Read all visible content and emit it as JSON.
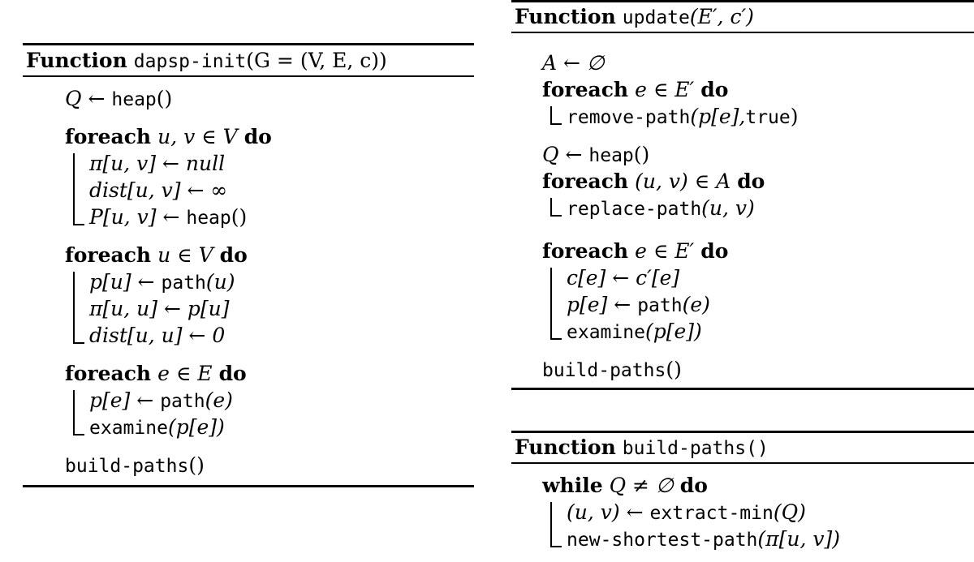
{
  "keywords": {
    "function": "Function",
    "foreach": "foreach",
    "do": "do",
    "while": "while"
  },
  "init": {
    "name": "dapsp-init",
    "args": "(G = (V, E, c))",
    "l1_lhs": "Q ←",
    "l1_fn": "heap",
    "l1_args": "()",
    "loop1_head": "u, v ∈ V",
    "loop1_b1": "π[u, v] ← null",
    "loop1_b2": "dist[u, v] ← ∞",
    "loop1_b3_lhs": "P[u, v] ←",
    "loop1_b3_fn": "heap",
    "loop1_b3_args": "()",
    "loop2_head": "u ∈ V",
    "loop2_b1_lhs": "p[u] ←",
    "loop2_b1_fn": "path",
    "loop2_b1_args": "(u)",
    "loop2_b2": "π[u, u] ← p[u]",
    "loop2_b3": "dist[u, u] ← 0",
    "loop3_head": "e ∈ E",
    "loop3_b1_lhs": "p[e] ←",
    "loop3_b1_fn": "path",
    "loop3_b1_args": "(e)",
    "loop3_b2_fn": "examine",
    "loop3_b2_args": "(p[e])",
    "final_fn": "build-paths",
    "final_args": "()"
  },
  "update": {
    "name": "update",
    "args": "(E′, c′)",
    "l1": "A ← ∅",
    "loop1_head": "e ∈ E′",
    "loop1_b1_fn": "remove-path",
    "loop1_b1_a": "(p[e], ",
    "loop1_b1_true": "true",
    "loop1_b1_c": ")",
    "l2_lhs": "Q ←",
    "l2_fn": "heap",
    "l2_args": "()",
    "loop2_head": "(u, v) ∈ A",
    "loop2_b1_fn": "replace-path",
    "loop2_b1_args": "(u, v)",
    "loop3_head": "e ∈ E′",
    "loop3_b1": "c[e] ← c′[e]",
    "loop3_b2_lhs": "p[e] ←",
    "loop3_b2_fn": "path",
    "loop3_b2_args": "(e)",
    "loop3_b3_fn": "examine",
    "loop3_b3_args": "(p[e])",
    "final_fn": "build-paths",
    "final_args": "()"
  },
  "build": {
    "name": "build-paths",
    "args": "()",
    "loop_head": "Q ≠ ∅",
    "b1_lhs": "(u, v) ←",
    "b1_fn": "extract-min",
    "b1_args": "(Q)",
    "b2_fn": "new-shortest-path",
    "b2_args": "(π[u, v])"
  }
}
